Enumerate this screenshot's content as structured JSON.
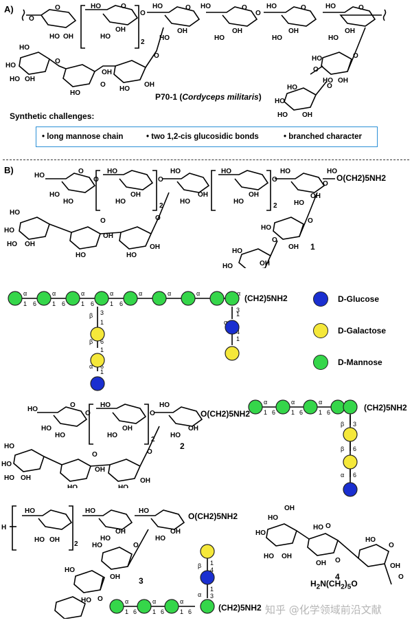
{
  "panels": {
    "a": "A)",
    "b": "B)"
  },
  "natural_product": {
    "label": "P70-1 (",
    "species": "Cordyceps militaris",
    "close": ")"
  },
  "challenges": {
    "title": "Synthetic challenges:",
    "items": [
      "long mannose chain",
      "two 1,2-cis glucosidic bonds",
      "branched character"
    ]
  },
  "compounds": {
    "c1": "1",
    "c2": "2",
    "c3": "3",
    "c4": "4"
  },
  "linker": "(CH2)5NH2",
  "legend": [
    {
      "name": "D-Glucose",
      "color": "#1a2fd0"
    },
    {
      "name": "D-Galactose",
      "color": "#f5e83a"
    },
    {
      "name": "D-Mannose",
      "color": "#35d64a"
    }
  ],
  "watermark": "知乎 @化学领域前沿文献"
}
